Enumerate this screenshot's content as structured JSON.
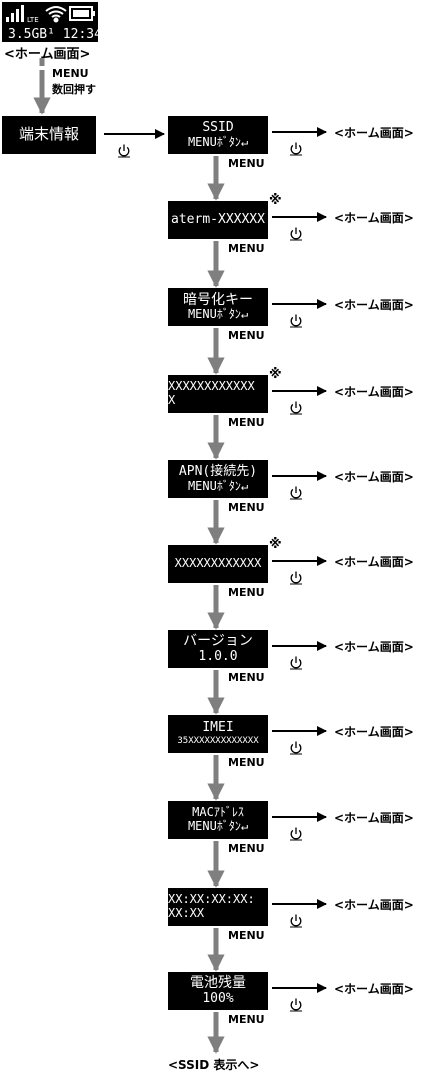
{
  "status": {
    "clock": "3.5GB¹ 12:34",
    "lte": "LTE"
  },
  "home_caption": "<ホーム画面>",
  "intro_menu": [
    "MENU",
    "数回押す"
  ],
  "first_screen": "端末情報",
  "screens": [
    {
      "lines": [
        "SSID",
        "MENUﾎﾞﾀﾝ↵"
      ],
      "note": ""
    },
    {
      "lines": [
        "aterm-XXXXXX"
      ],
      "note": "※"
    },
    {
      "lines": [
        "暗号化キー",
        "MENUﾎﾞﾀﾝ↵"
      ],
      "note": ""
    },
    {
      "lines": [
        "XXXXXXXXXXXX",
        "X"
      ],
      "note": "※"
    },
    {
      "lines": [
        "APN(接続先)",
        "MENUﾎﾞﾀﾝ↵"
      ],
      "note": ""
    },
    {
      "lines": [
        "XXXXXXXXXXXX"
      ],
      "note": "※"
    },
    {
      "lines": [
        "バージョン",
        "1.0.0"
      ],
      "note": ""
    },
    {
      "lines": [
        "IMEI",
        "35XXXXXXXXXXXXX"
      ],
      "note": ""
    },
    {
      "lines": [
        "MACｱﾄﾞﾚｽ",
        "MENUﾎﾞﾀﾝ↵"
      ],
      "note": ""
    },
    {
      "lines": [
        "XX:XX:XX:XX:",
        "XX:XX"
      ],
      "note": ""
    },
    {
      "lines": [
        "電池残量",
        "100%"
      ],
      "note": ""
    }
  ],
  "menu_label": "MENU",
  "destination": "<ホーム画面>",
  "bottom_caption": "<SSID 表示へ>",
  "colors": {
    "screen_bg": "#000000",
    "screen_text": "#ffffff",
    "arrow_gray": "#7f7f7f",
    "arrow_black": "#000000"
  },
  "icons": [
    "signal-bars-icon",
    "wifi-icon",
    "battery-icon",
    "power-button-icon"
  ]
}
